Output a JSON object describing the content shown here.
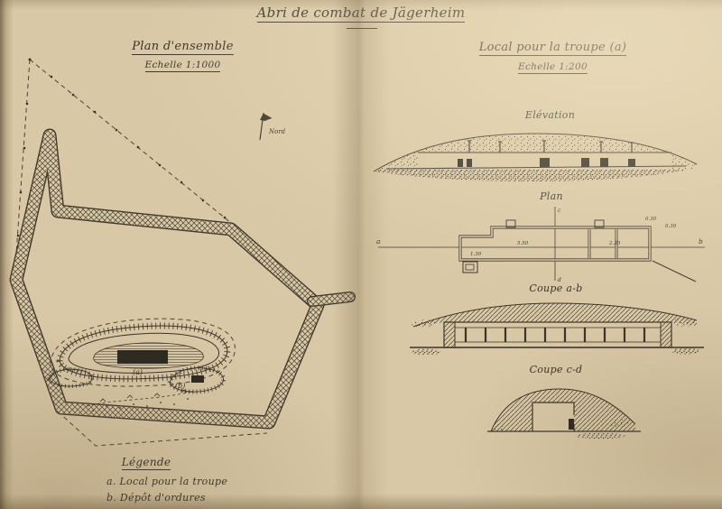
{
  "page": {
    "title": "Abri de combat de Jägerheim"
  },
  "left_panel": {
    "title": "Plan d'ensemble",
    "scale": "Echelle 1:1000",
    "north_label": "Nord",
    "marker_a": "(a)",
    "marker_b": "(b)",
    "legend": {
      "title": "Légende",
      "item_a": "a. Local pour la troupe",
      "item_b": "b. Dépôt d'ordures"
    }
  },
  "right_panel": {
    "title": "Local pour la troupe (a)",
    "scale": "Echelle 1:200",
    "elevation_label": "Elévation",
    "plan_label": "Plan",
    "coupe_ab_label": "Coupe a-b",
    "coupe_cd_label": "Coupe c-d",
    "plan": {
      "mark_a": "a",
      "mark_b": "b",
      "mark_c": "c",
      "mark_d": "d",
      "dims": [
        "0.30",
        "0.30",
        "5.50",
        "1.30",
        "2.30"
      ]
    }
  }
}
